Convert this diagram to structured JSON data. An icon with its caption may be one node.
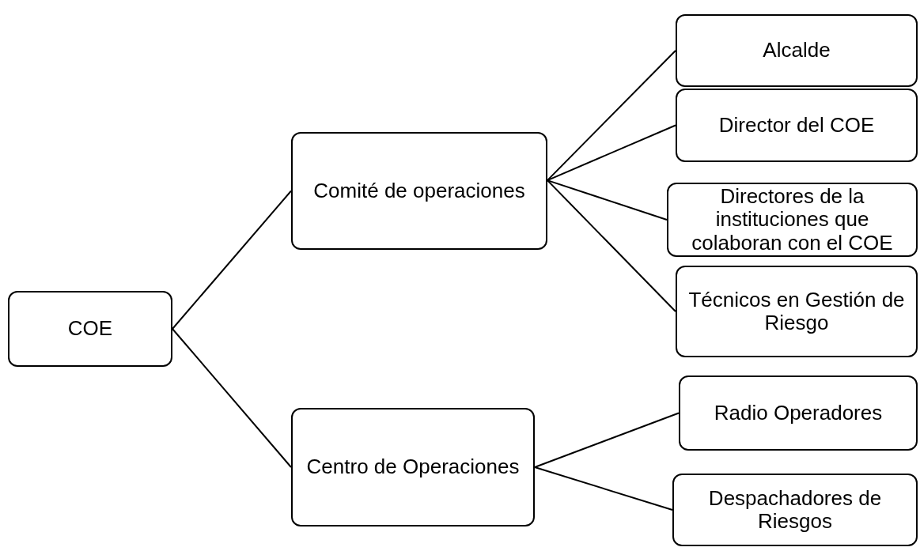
{
  "diagram": {
    "nodes": [
      {
        "text": [
          "COE"
        ]
      },
      {
        "text": [
          "Comité de operaciones"
        ]
      },
      {
        "text": [
          "Centro de Operaciones"
        ]
      },
      {
        "text": [
          "Alcalde"
        ]
      },
      {
        "text": [
          "Director del COE"
        ]
      },
      {
        "text": [
          "Directores de la instituciones que colaboran con el COE"
        ]
      },
      {
        "text": [
          "Técnicos en Gestión de Riesgo"
        ]
      },
      {
        "text": [
          "Radio Operadores"
        ]
      },
      {
        "text": [
          "Despachadores de Riesgos"
        ]
      }
    ],
    "edges": [
      {
        "from": 0,
        "to": 1,
        "arrow": "none"
      },
      {
        "from": 0,
        "to": 2,
        "arrow": "none"
      },
      {
        "from": 1,
        "to": 3,
        "arrow": "none"
      },
      {
        "from": 1,
        "to": 4,
        "arrow": "none"
      },
      {
        "from": 1,
        "to": 5,
        "arrow": "none"
      },
      {
        "from": 1,
        "to": 6,
        "arrow": "none"
      },
      {
        "from": 2,
        "to": 7,
        "arrow": "none"
      },
      {
        "from": 2,
        "to": 8,
        "arrow": "none"
      }
    ]
  }
}
